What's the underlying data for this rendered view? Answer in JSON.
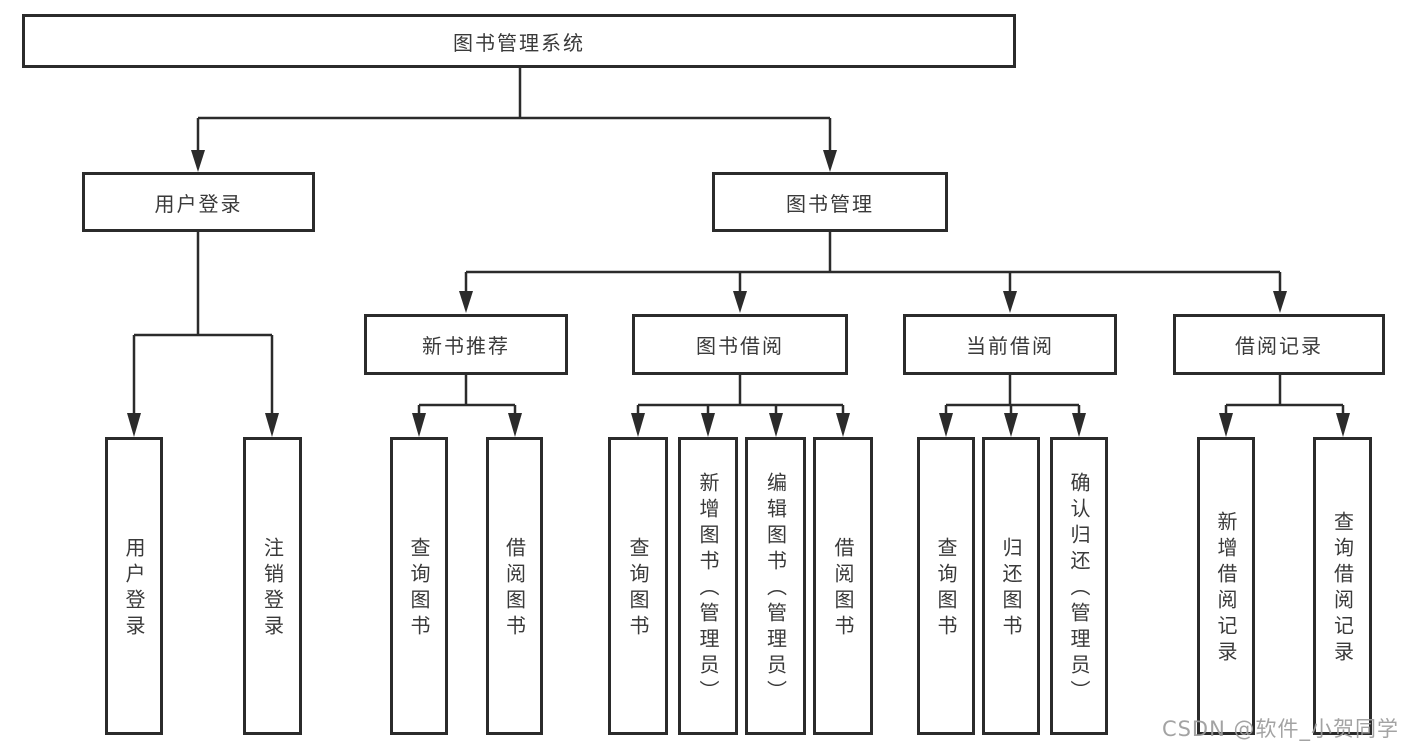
{
  "title": "图书管理系统",
  "colors": {
    "line": "#2b2b2b",
    "box_border": "#2b2b2b",
    "text": "#3a3a3a",
    "watermark": "#9c9c9c",
    "background": "#ffffff"
  },
  "tree": {
    "root": {
      "label": "图书管理系统"
    },
    "level2": [
      {
        "label": "用户登录",
        "children": [
          "用户登录",
          "注销登录"
        ]
      },
      {
        "label": "图书管理"
      }
    ],
    "level3": [
      {
        "label": "新书推荐",
        "children": [
          "查询图书",
          "借阅图书"
        ]
      },
      {
        "label": "图书借阅",
        "children": [
          "查询图书",
          "新增图书（管理员）",
          "编辑图书（管理员）",
          "借阅图书"
        ]
      },
      {
        "label": "当前借阅",
        "children": [
          "查询图书",
          "归还图书",
          "确认归还（管理员）"
        ]
      },
      {
        "label": "借阅记录",
        "children": [
          "新增借阅记录",
          "查询借阅记录"
        ]
      }
    ]
  },
  "watermark": {
    "text": "CSDN @软件_小贺同学"
  }
}
